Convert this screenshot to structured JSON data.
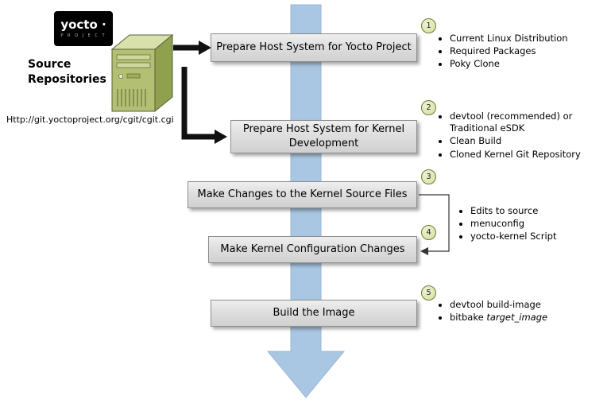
{
  "logo": {
    "name": "yocto ·",
    "sub": "P R O J E C T"
  },
  "source": {
    "title": "Source Repositories",
    "url": "Http://git.yoctoproject.org/cgit/cgit.cgi"
  },
  "steps": [
    {
      "num": "1",
      "label": "Prepare Host System for Yocto Project",
      "bullets": [
        "Current Linux Distribution",
        "Required Packages",
        "Poky Clone"
      ]
    },
    {
      "num": "2",
      "label": "Prepare Host System for Kernel Development",
      "bullets": [
        "devtool (recommended) or Traditional eSDK",
        "Clean Build",
        "Cloned Kernel Git Repository"
      ]
    },
    {
      "num": "3",
      "label": "Make Changes to the Kernel Source Files",
      "bullets": []
    },
    {
      "num": "4",
      "label": "Make Kernel Configuration Changes",
      "bullets": []
    },
    {
      "num": "5",
      "label": "Build the Image",
      "bullets": [
        "devtool build-image"
      ],
      "bullet_italic": {
        "text": "bitbake ",
        "italic": "target_image"
      }
    }
  ],
  "shared_bullets": [
    "Edits to source",
    "menuconfig",
    "yocto-kernel Script"
  ],
  "colors": {
    "flow_arrow_blue": "#a9c6e2",
    "connector_black": "#111111",
    "box_fill_top": "#efefef",
    "box_fill_bottom": "#d0d0d0",
    "box_border": "#8f8f8f",
    "circle_fill": "#d5dfa0",
    "circle_border": "#6d7b3c",
    "server_front": "#b3bf72",
    "server_side": "#8fa04f",
    "server_top": "#d9e0ac",
    "logo_bg": "#000000"
  }
}
